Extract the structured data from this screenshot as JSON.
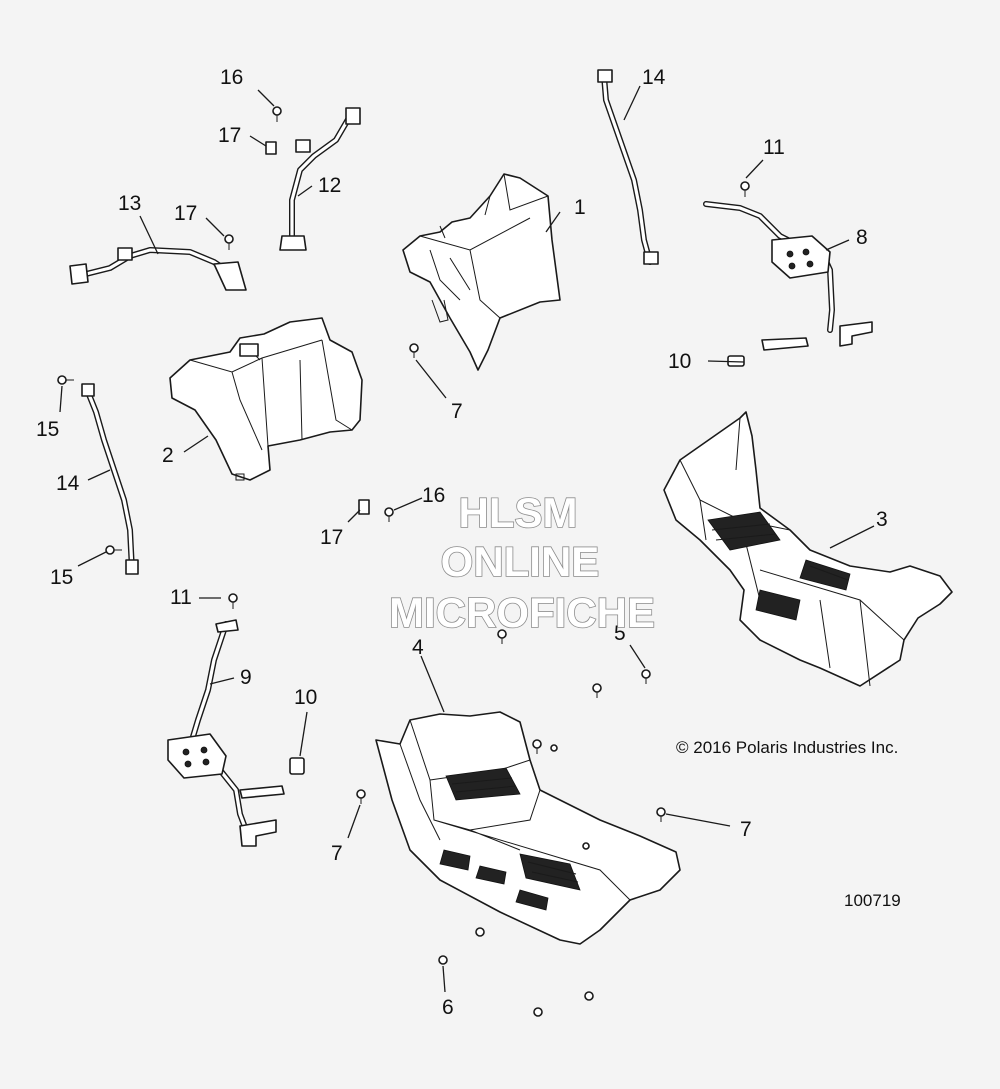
{
  "watermark": {
    "line1": "HLSM",
    "line2": "ONLINE",
    "line3": "MICROFICHE"
  },
  "copyright": "© 2016 Polaris Industries Inc.",
  "figure_number": "100719",
  "callouts": {
    "c1": "1",
    "c2": "2",
    "c3": "3",
    "c4": "4",
    "c5": "5",
    "c6": "6",
    "c7a": "7",
    "c7b": "7",
    "c7c": "7",
    "c8": "8",
    "c9": "9",
    "c10a": "10",
    "c10b": "10",
    "c11a": "11",
    "c11b": "11",
    "c12": "12",
    "c13": "13",
    "c14a": "14",
    "c14b": "14",
    "c15a": "15",
    "c15b": "15",
    "c16a": "16",
    "c16b": "16",
    "c17a": "17",
    "c17b": "17",
    "c17c": "17"
  }
}
